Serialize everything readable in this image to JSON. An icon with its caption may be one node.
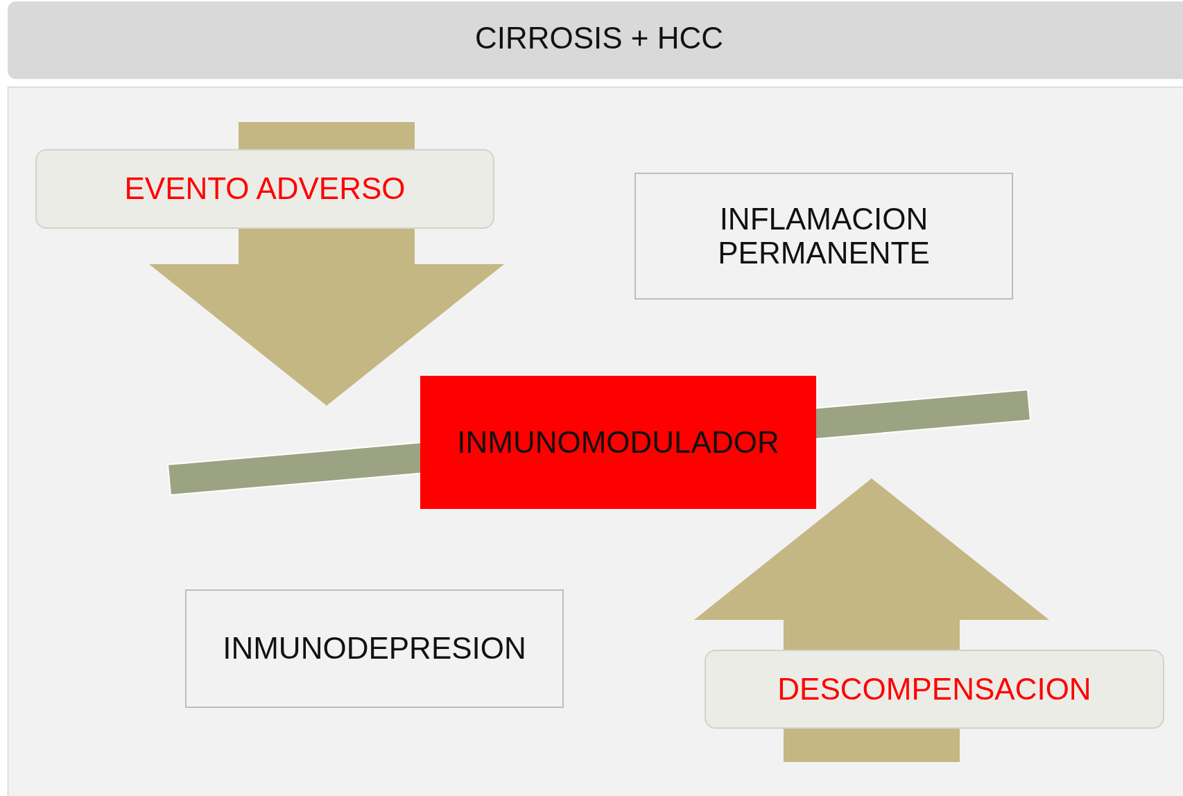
{
  "diagram": {
    "title": "CIRROSIS + HCC",
    "nodes": [
      {
        "text": [
          "EVENTO ADVERSO"
        ]
      },
      {
        "text": [
          "INFLAMACION PERMANENTE"
        ]
      },
      {
        "text": [],
        "shape": "bar"
      },
      {
        "text": [
          "INMUNOMODULADOR"
        ]
      },
      {
        "text": [
          "INMUNODEPRESION"
        ]
      },
      {
        "text": [
          "DESCOMPENSACION"
        ]
      }
    ],
    "edges": [
      {
        "from": 0,
        "to": null,
        "arrow": "to"
      },
      {
        "from": 5,
        "to": null,
        "arrow": "to"
      }
    ]
  }
}
